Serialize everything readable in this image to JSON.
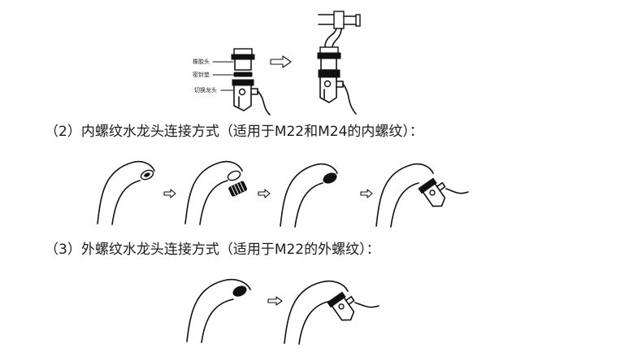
{
  "section_2": {
    "heading": "（2）内螺纹水龙头连接方式（适用于M22和M24的内螺纹）："
  },
  "section_3": {
    "heading": "（3）外螺纹水龙头连接方式（适用于M22的外螺纹）："
  },
  "figure_top": {
    "labels": {
      "rubber_head": "橡胶头",
      "seal_ring": "密封垫",
      "diverter": "切换龙头"
    }
  },
  "icons": {
    "arrow": "outline-right-arrow-icon"
  }
}
